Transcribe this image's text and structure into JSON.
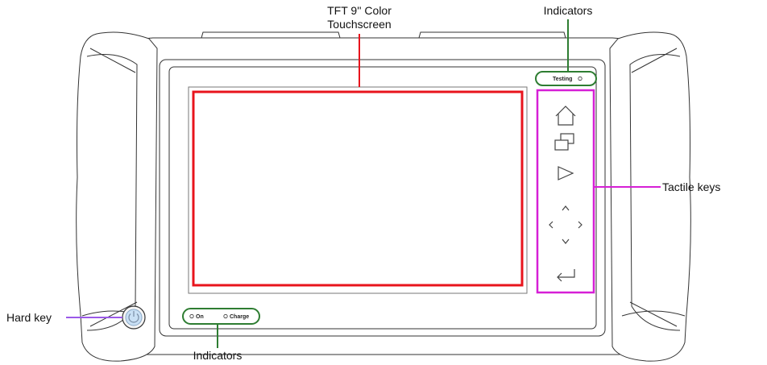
{
  "labels": {
    "screen_line1": "TFT 9'' Color",
    "screen_line2": "Touchscreen",
    "indicators_top": "Indicators",
    "tactile_keys": "Tactile keys",
    "hard_key": "Hard key",
    "indicators_bottom": "Indicators"
  },
  "indicators": {
    "testing": "Testing",
    "on": "On",
    "charge": "Charge"
  },
  "colors": {
    "screen_outline": "#e8141c",
    "indicator_outline": "#2e7d32",
    "tactile_outline": "#d61fd6",
    "hard_key_leader": "#9b59e8",
    "device_line": "#333333"
  },
  "icons": [
    "home-icon",
    "windows-icon",
    "play-icon",
    "nav-arrows-icon",
    "enter-icon",
    "power-icon"
  ]
}
